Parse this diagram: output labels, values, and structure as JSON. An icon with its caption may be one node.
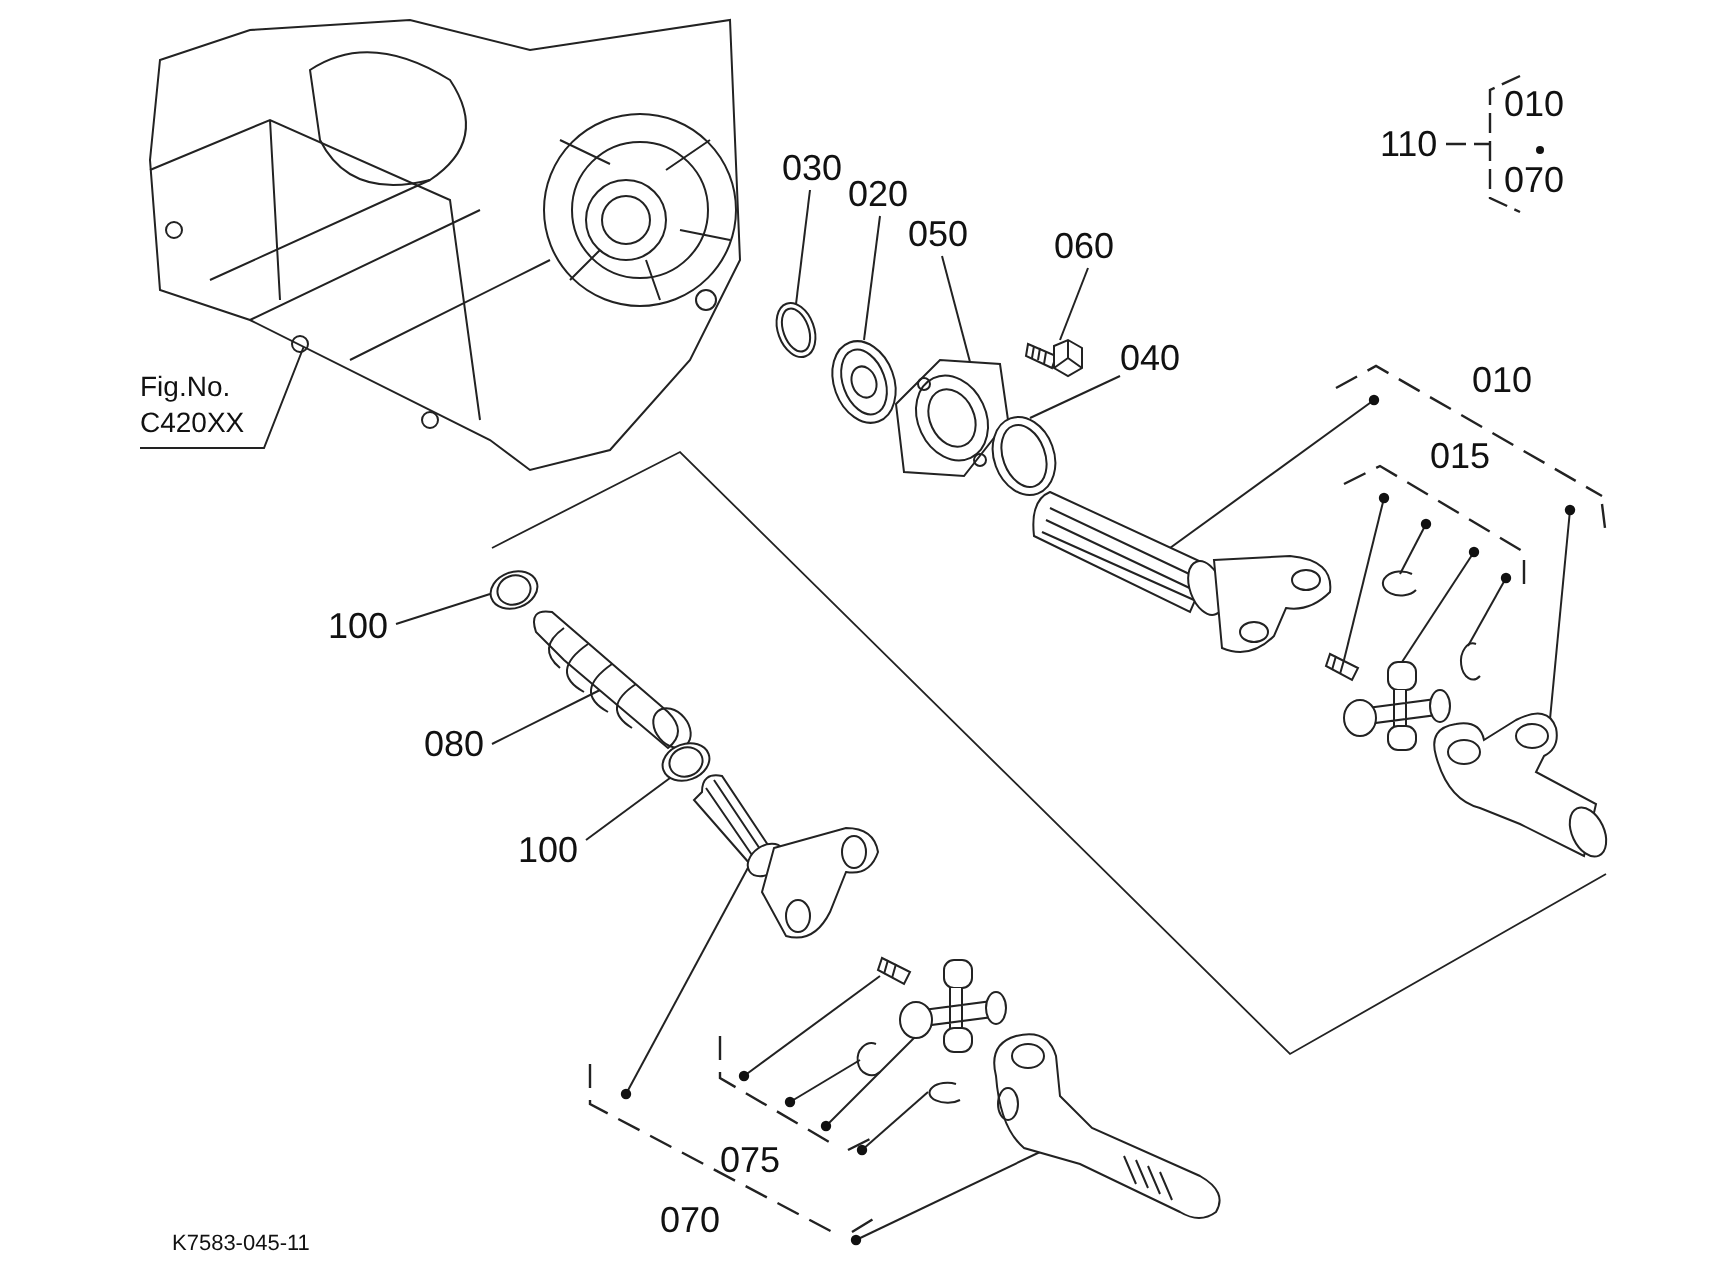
{
  "diagram": {
    "nodes": [
      {
        "text": [
          "Fig.No. C420XX"
        ]
      },
      {
        "text": [],
        "shape": "picture"
      },
      {
        "text": [
          "030"
        ]
      },
      {
        "text": [],
        "shape": "picture"
      },
      {
        "text": [
          "020"
        ]
      },
      {
        "text": [],
        "shape": "picture"
      },
      {
        "text": [
          "050"
        ]
      },
      {
        "text": [],
        "shape": "picture"
      },
      {
        "text": [
          "060"
        ]
      },
      {
        "text": [],
        "shape": "picture"
      },
      {
        "text": [
          "040"
        ]
      },
      {
        "text": [],
        "shape": "picture"
      },
      {
        "text": [
          "010"
        ]
      },
      {
        "text": [],
        "shape": "picture"
      },
      {
        "text": [
          "015"
        ]
      },
      {
        "text": [],
        "shape": "picture"
      },
      {
        "text": [],
        "shape": "picture"
      },
      {
        "text": [],
        "shape": "picture"
      },
      {
        "text": [],
        "shape": "picture"
      },
      {
        "text": [],
        "shape": "picture"
      },
      {
        "text": [
          "100"
        ]
      },
      {
        "text": [],
        "shape": "picture"
      },
      {
        "text": [
          "080"
        ]
      },
      {
        "text": [],
        "shape": "picture"
      },
      {
        "text": [
          "100"
        ]
      },
      {
        "text": [],
        "shape": "picture"
      },
      {
        "text": [
          "070"
        ]
      },
      {
        "text": [],
        "shape": "picture"
      },
      {
        "text": [
          "075"
        ]
      },
      {
        "text": [],
        "shape": "picture"
      },
      {
        "text": [],
        "shape": "picture"
      },
      {
        "text": [],
        "shape": "picture"
      },
      {
        "text": [],
        "shape": "picture"
      },
      {
        "text": [],
        "shape": "picture"
      }
    ],
    "edges": [
      {
        "from": 0,
        "to": 1,
        "arrow": "none"
      },
      {
        "from": 2,
        "to": 3,
        "arrow": "none"
      },
      {
        "from": 4,
        "to": 5,
        "arrow": "none"
      },
      {
        "from": 6,
        "to": 7,
        "arrow": "none"
      },
      {
        "from": 8,
        "to": 9,
        "arrow": "none"
      },
      {
        "from": 10,
        "to": 11,
        "arrow": "none"
      },
      {
        "from": 12,
        "to": 13,
        "arrow": "none"
      },
      {
        "from": 12,
        "to": 19,
        "arrow": "none"
      },
      {
        "from": 14,
        "to": 15,
        "arrow": "none"
      },
      {
        "from": 14,
        "to": 16,
        "arrow": "none"
      },
      {
        "from": 14,
        "to": 17,
        "arrow": "none"
      },
      {
        "from": 14,
        "to": 18,
        "arrow": "none"
      },
      {
        "from": 20,
        "to": 21,
        "arrow": "none"
      },
      {
        "from": 22,
        "to": 23,
        "arrow": "none"
      },
      {
        "from": 24,
        "to": 25,
        "arrow": "none"
      },
      {
        "from": 26,
        "to": 27,
        "arrow": "none"
      },
      {
        "from": 26,
        "to": 33,
        "arrow": "none"
      },
      {
        "from": 28,
        "to": 29,
        "arrow": "none"
      },
      {
        "from": 28,
        "to": 30,
        "arrow": "none"
      },
      {
        "from": 28,
        "to": 31,
        "arrow": "none"
      },
      {
        "from": 28,
        "to": 32,
        "arrow": "none"
      }
    ],
    "labels": [
      "110",
      "010",
      "070",
      "K7583-045-11"
    ]
  }
}
